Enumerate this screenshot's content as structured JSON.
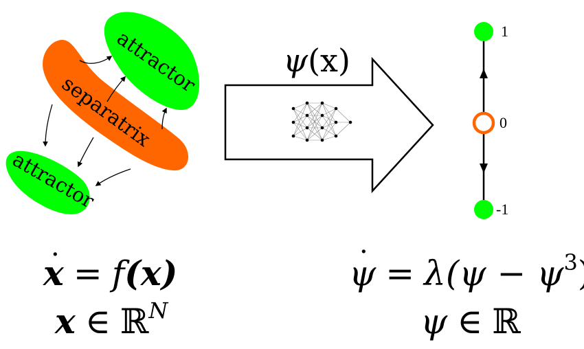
{
  "colors": {
    "attractor": "#00ff00",
    "separatrix": "#ff6600",
    "outline": "#000000",
    "unstable_point_fill": "#ffffff"
  },
  "left_system": {
    "attractor_top_label": "attractor",
    "separatrix_label": "separatrix",
    "attractor_bottom_label": "attractor",
    "equation_lhs": "x",
    "equation_eq": "=",
    "equation_rhs_f": "f",
    "equation_rhs_arg": "(x)",
    "domain_var": "x",
    "domain_in": "∈",
    "domain_set": "ℝ",
    "domain_exp": "N"
  },
  "mapping": {
    "label_psi": "ψ",
    "label_arg": "(x)",
    "icon": "neural-network-icon"
  },
  "right_system": {
    "point_top_label": "1",
    "point_mid_label": "0",
    "point_bottom_label": "-1",
    "equation_lhs": "ψ",
    "equation_eq": "=",
    "equation_lambda": "λ",
    "equation_rhs": "(ψ − ψ",
    "equation_exp": "3",
    "equation_close": ")",
    "domain_var": "ψ",
    "domain_in": "∈",
    "domain_set": "ℝ"
  }
}
